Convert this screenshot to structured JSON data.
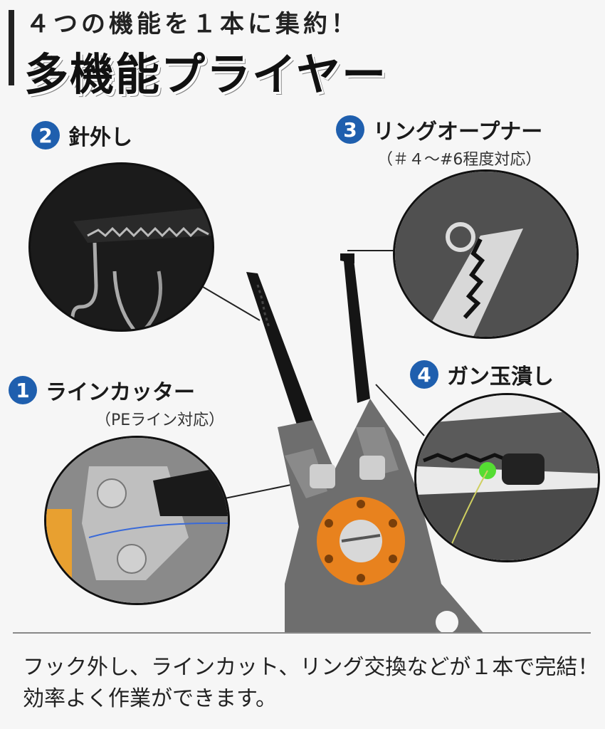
{
  "header": {
    "subtitle": "４つの機能を１本に集約！",
    "title": "多機能プライヤー"
  },
  "features": [
    {
      "number": "2",
      "label": "針外し",
      "note": ""
    },
    {
      "number": "3",
      "label": "リングオープナー",
      "note": "（＃４〜#6程度対応）"
    },
    {
      "number": "4",
      "label": "ガン玉潰し",
      "note": ""
    },
    {
      "number": "1",
      "label": "ラインカッター",
      "note": "（PEライン対応）"
    }
  ],
  "footer": {
    "line1": "フック外し、ラインカット、リング交換などが１本で完結！",
    "line2": "効率よく作業ができます。"
  },
  "colors": {
    "badge": "#1f5fae",
    "pivot": "#e8821e",
    "body": "#6e6e6e",
    "jaw": "#151515"
  }
}
